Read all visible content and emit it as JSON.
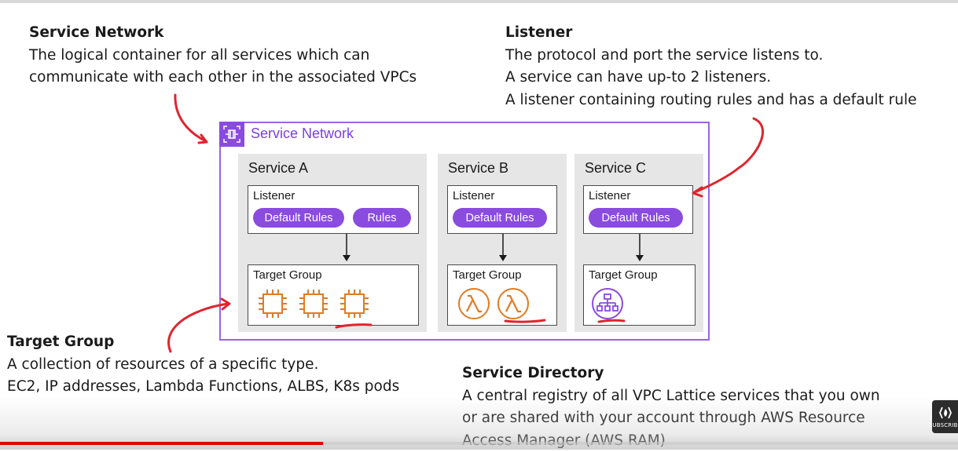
{
  "notes": {
    "service_network": {
      "heading": "Service Network",
      "lines": [
        "The logical container for all services which can",
        "communicate with each other in the associated VPCs"
      ]
    },
    "listener": {
      "heading": "Listener",
      "lines": [
        "The protocol and port the service listens to.",
        "A service can have up-to 2 listeners.",
        "A listener containing routing rules and has a default rule"
      ]
    },
    "target_group": {
      "heading": "Target Group",
      "lines": [
        "A collection of resources of a specific type.",
        "EC2, IP addresses, Lambda Functions, ALBS, K8s pods"
      ]
    },
    "service_directory": {
      "heading": "Service Directory",
      "lines": [
        "A central registry of all VPC Lattice services that you own",
        "or are shared with your account through AWS Resource",
        "Access Manager (AWS RAM)"
      ]
    }
  },
  "diagram": {
    "network_title": "Service Network",
    "listener_label": "Listener",
    "target_group_label": "Target Group",
    "services": [
      {
        "name": "Service A",
        "rules": [
          "Default Rules",
          "Rules"
        ],
        "targets": [
          "ec2-chip-icon",
          "ec2-chip-icon",
          "ec2-chip-icon"
        ]
      },
      {
        "name": "Service B",
        "rules": [
          "Default Rules"
        ],
        "targets": [
          "lambda-icon",
          "lambda-icon"
        ]
      },
      {
        "name": "Service C",
        "rules": [
          "Default Rules"
        ],
        "targets": [
          "load-balancer-icon"
        ]
      }
    ]
  },
  "video": {
    "subscribe_label": "SUBSCRIBE",
    "progress": 0.337
  },
  "colors": {
    "purple": "#8a4bdf",
    "frame_purple": "#9b63e6",
    "orange": "#e07b22",
    "red_annotation": "#e0242f",
    "service_bg": "#e6e6e6"
  }
}
